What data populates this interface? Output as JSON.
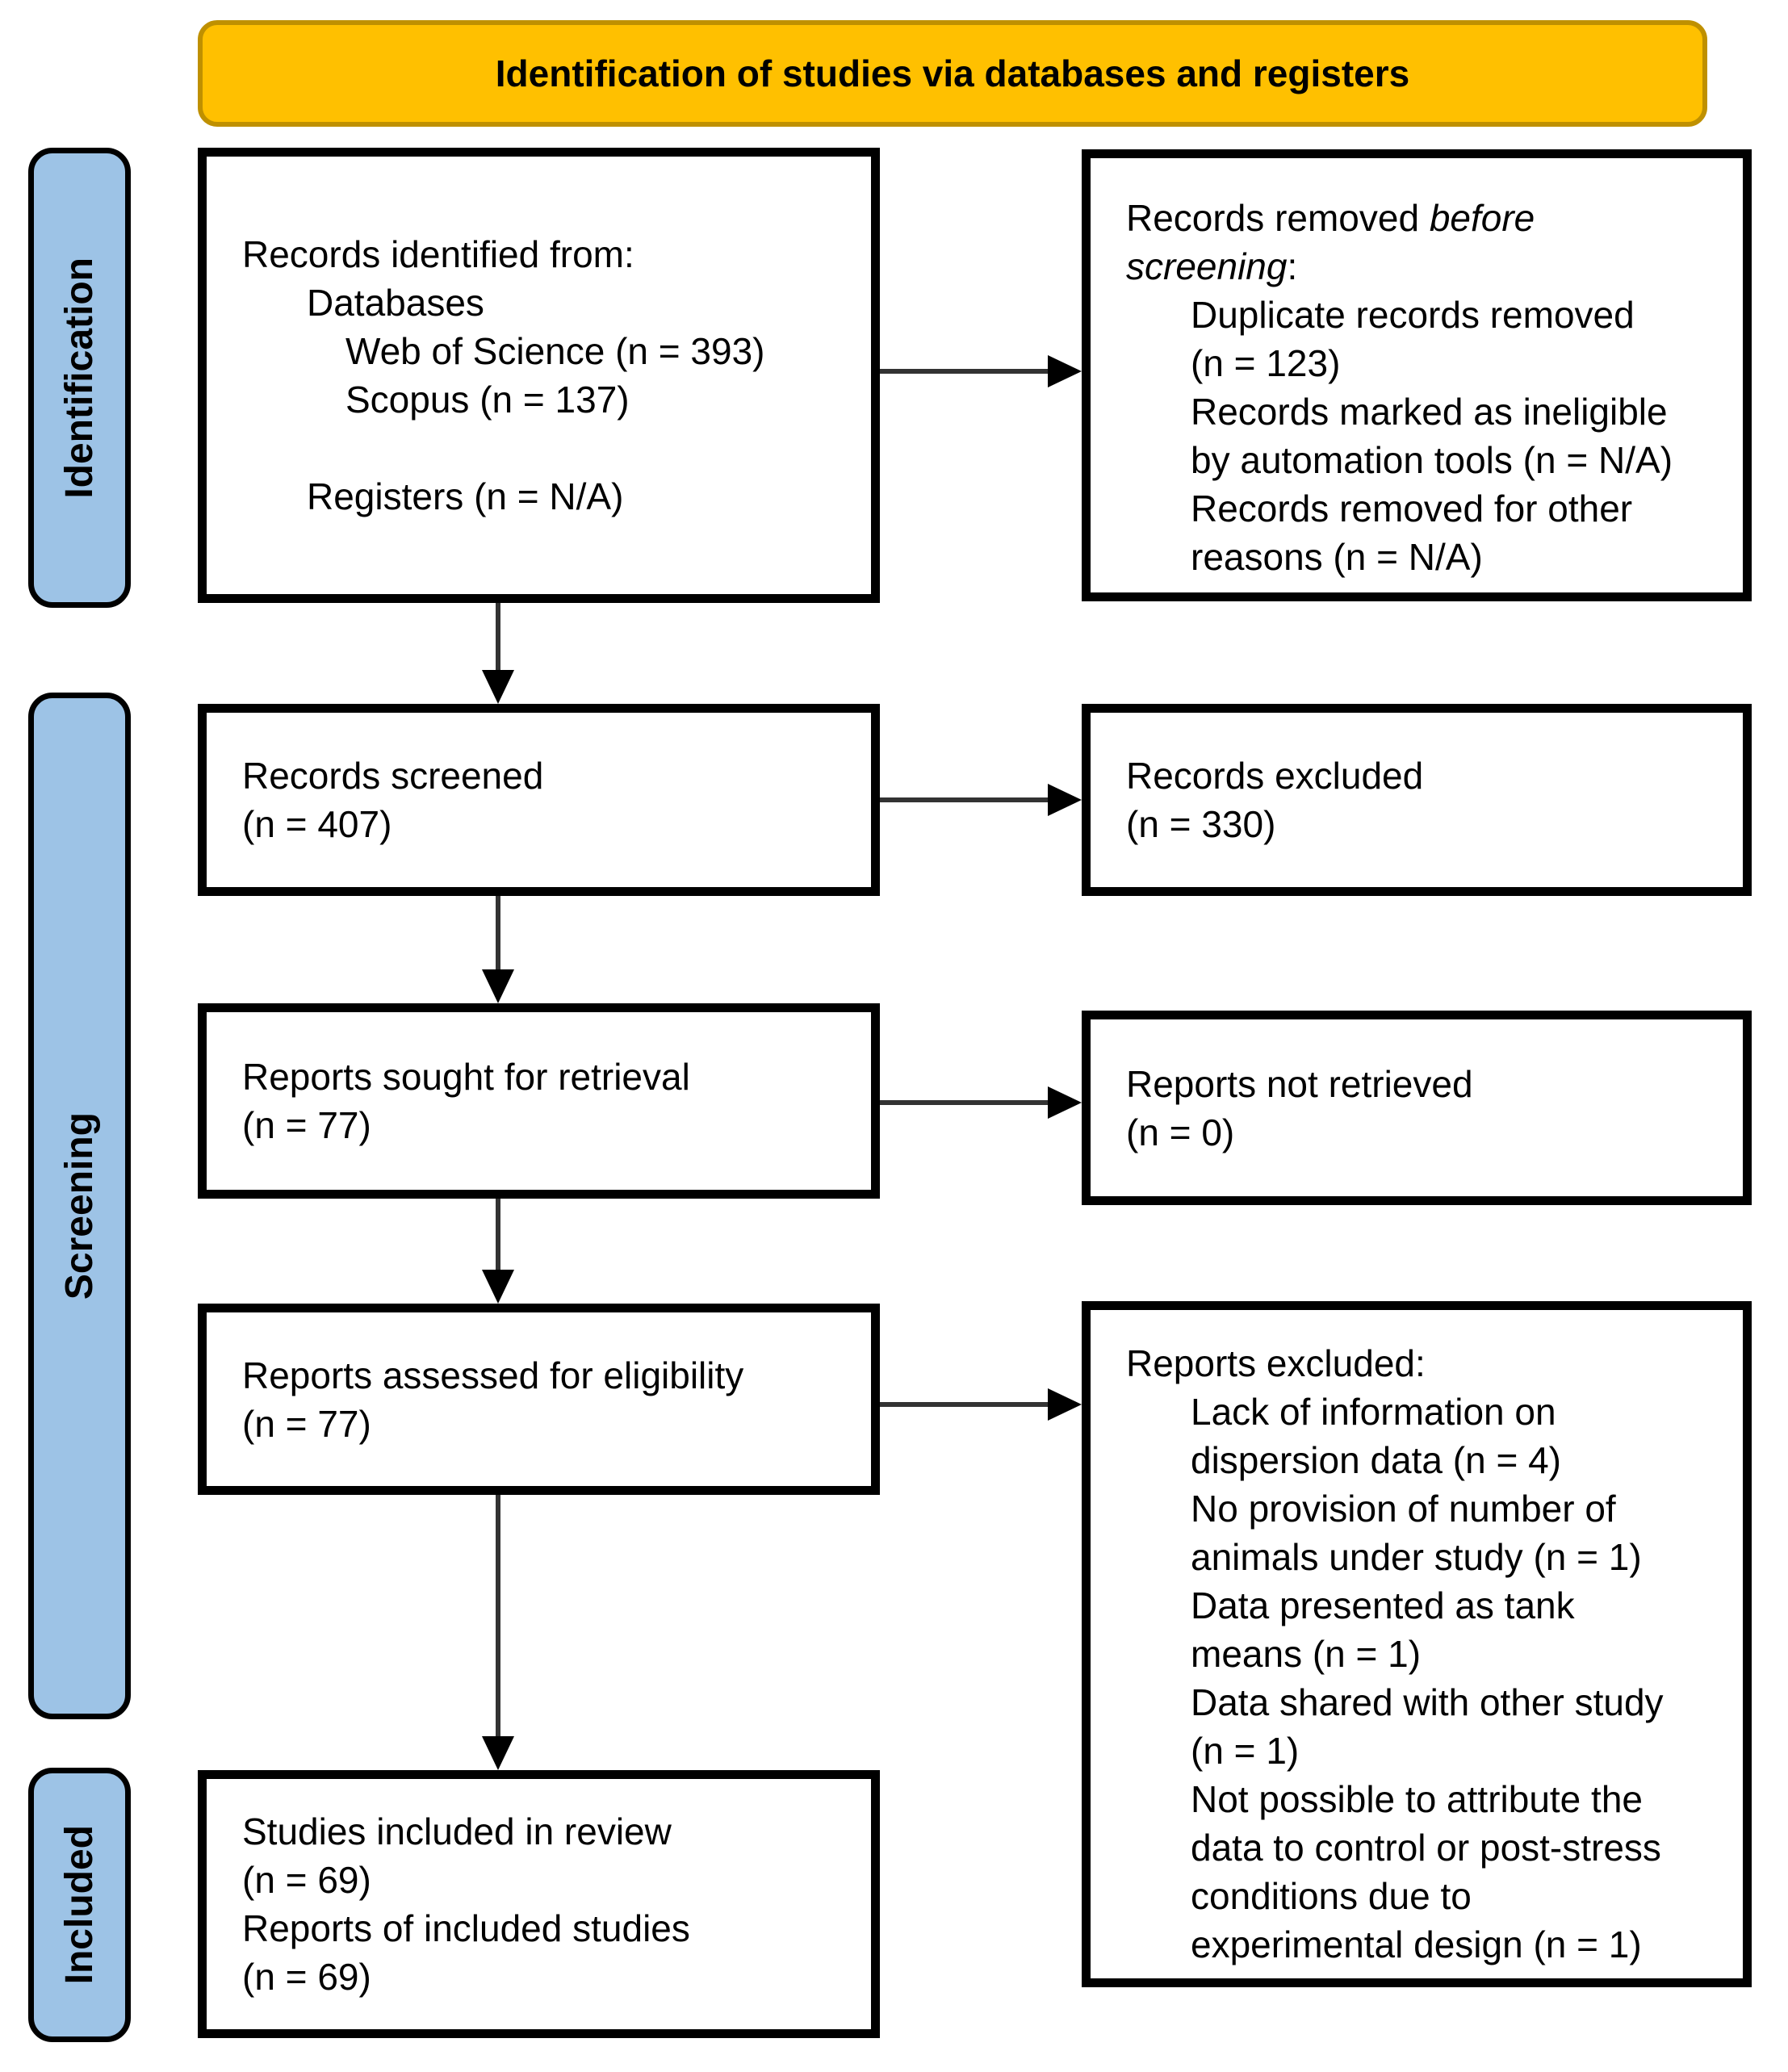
{
  "title": "Identification of studies via databases and registers",
  "colors": {
    "banner_fill": "#FFC000",
    "banner_border": "#BF9000",
    "stage_fill": "#9DC3E6",
    "box_border": "#000000",
    "arrow": "#333333"
  },
  "stages": [
    {
      "label": "Identification"
    },
    {
      "label": "Screening"
    },
    {
      "label": "Included"
    }
  ],
  "boxes": {
    "records_identified": {
      "lines": [
        {
          "text": "Records identified from:",
          "indent": 0
        },
        {
          "text": "Databases",
          "indent": 1
        },
        {
          "text": "Web of Science (n = 393)",
          "indent": 2
        },
        {
          "text": "Scopus (n = 137)",
          "indent": 2
        },
        {
          "text": "",
          "indent": 0
        },
        {
          "text": "Registers (n = N/A)",
          "indent": 1
        }
      ]
    },
    "records_removed": {
      "heading_line1_normal": "Records removed ",
      "heading_line1_italic": "before",
      "heading_line2_italic": "screening",
      "heading_line2_colon": ":",
      "lines": [
        {
          "text": "Duplicate records removed",
          "indent": 1
        },
        {
          "text": "(n = 123)",
          "indent": 1
        },
        {
          "text": "Records marked as ineligible",
          "indent": 1
        },
        {
          "text": "by automation tools (n = N/A)",
          "indent": 1
        },
        {
          "text": "Records removed for other",
          "indent": 1
        },
        {
          "text": "reasons (n = N/A)",
          "indent": 1
        }
      ]
    },
    "records_screened": {
      "lines": [
        {
          "text": "Records screened",
          "indent": 0
        },
        {
          "text": "(n = 407)",
          "indent": 0
        }
      ]
    },
    "records_excluded": {
      "lines": [
        {
          "text": "Records excluded",
          "indent": 0
        },
        {
          "text": "(n = 330)",
          "indent": 0
        }
      ]
    },
    "reports_sought": {
      "lines": [
        {
          "text": "Reports sought for retrieval",
          "indent": 0
        },
        {
          "text": "(n = 77)",
          "indent": 0
        }
      ]
    },
    "reports_not_retrieved": {
      "lines": [
        {
          "text": "Reports not retrieved",
          "indent": 0
        },
        {
          "text": "(n = 0)",
          "indent": 0
        }
      ]
    },
    "reports_assessed": {
      "lines": [
        {
          "text": "Reports assessed for eligibility",
          "indent": 0
        },
        {
          "text": "(n = 77)",
          "indent": 0
        }
      ]
    },
    "reports_excluded": {
      "lines": [
        {
          "text": "Reports excluded:",
          "indent": 0
        },
        {
          "text": "Lack of information on",
          "indent": 1
        },
        {
          "text": "dispersion data (n = 4)",
          "indent": 1
        },
        {
          "text": "No provision of number of",
          "indent": 1
        },
        {
          "text": "animals under study (n = 1)",
          "indent": 1
        },
        {
          "text": "Data presented as tank",
          "indent": 1
        },
        {
          "text": "means (n = 1)",
          "indent": 1
        },
        {
          "text": "Data shared with other study",
          "indent": 1
        },
        {
          "text": "(n = 1)",
          "indent": 1
        },
        {
          "text": "Not possible to attribute the",
          "indent": 1
        },
        {
          "text": "data to control or post-stress",
          "indent": 1
        },
        {
          "text": "conditions due to",
          "indent": 1
        },
        {
          "text": "experimental design (n = 1)",
          "indent": 1
        }
      ]
    },
    "studies_included": {
      "lines": [
        {
          "text": "Studies included in review",
          "indent": 0
        },
        {
          "text": "(n = 69)",
          "indent": 0
        },
        {
          "text": "Reports of included studies",
          "indent": 0
        },
        {
          "text": "(n = 69)",
          "indent": 0
        }
      ]
    }
  }
}
